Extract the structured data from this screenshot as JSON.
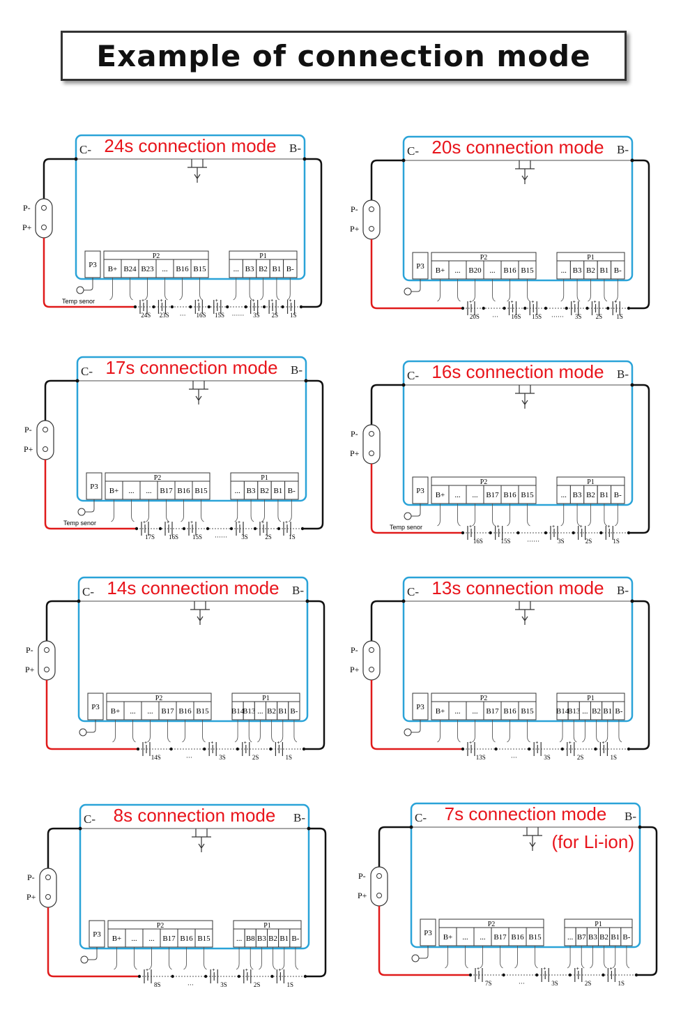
{
  "header": {
    "title": "Example of connection mode"
  },
  "labels": {
    "c_minus": "C-",
    "b_minus": "B-",
    "p_minus": "P-",
    "p_plus": "P+",
    "p1": "P1",
    "p2": "P2",
    "p3": "P3"
  },
  "colors": {
    "board": "#2aa3d8",
    "title": "#e8141b",
    "positive_wire": "#e01a1a",
    "negative_wire": "#111111"
  },
  "panels": [
    {
      "title": "24s connection mode",
      "p2": [
        "B+",
        "B24",
        "B23",
        "...",
        "B16",
        "B15"
      ],
      "p1": [
        "...",
        "B3",
        "B2",
        "B1",
        "B-"
      ],
      "cells": [
        "24S",
        "23S",
        "···",
        "16S",
        "15S",
        "······",
        "3S",
        "2S",
        "1S"
      ],
      "temp_label": "Temp senor"
    },
    {
      "title": "20s connection mode",
      "p2": [
        "B+",
        "...",
        "B20",
        "...",
        "B16",
        "B15"
      ],
      "p1": [
        "...",
        "B3",
        "B2",
        "B1",
        "B-"
      ],
      "cells": [
        "20S",
        "···",
        "16S",
        "15S",
        "······",
        "3S",
        "2S",
        "1S"
      ]
    },
    {
      "title": "17s connection mode",
      "p2": [
        "B+",
        "...",
        "...",
        "B17",
        "B16",
        "B15"
      ],
      "p1": [
        "...",
        "B3",
        "B2",
        "B1",
        "B-"
      ],
      "cells": [
        "17S",
        "16S",
        "15S",
        "······",
        "3S",
        "2S",
        "1S"
      ],
      "temp_label": "Temp senor"
    },
    {
      "title": "16s connection mode",
      "p2": [
        "B+",
        "...",
        "...",
        "B17",
        "B16",
        "B15"
      ],
      "p1": [
        "...",
        "B3",
        "B2",
        "B1",
        "B-"
      ],
      "cells": [
        "16S",
        "15S",
        "······",
        "3S",
        "2S",
        "1S"
      ],
      "temp_label": "Temp senor"
    },
    {
      "title": "14s connection mode",
      "p2": [
        "B+",
        "...",
        "...",
        "B17",
        "B16",
        "B15"
      ],
      "p1": [
        "B14",
        "B13",
        "...",
        "B2",
        "B1",
        "B-"
      ],
      "cells": [
        "14S",
        "···",
        "3S",
        "2S",
        "1S"
      ]
    },
    {
      "title": "13s connection mode",
      "p2": [
        "B+",
        "...",
        "...",
        "B17",
        "B16",
        "B15"
      ],
      "p1": [
        "B14",
        "B13",
        "...",
        "B2",
        "B1",
        "B-"
      ],
      "cells": [
        "13S",
        "···",
        "3S",
        "2S",
        "1S"
      ]
    },
    {
      "title": "8s connection mode",
      "p2": [
        "B+",
        "...",
        "...",
        "B17",
        "B16",
        "B15"
      ],
      "p1": [
        "...",
        "B8",
        "B3",
        "B2",
        "B1",
        "B-"
      ],
      "cells": [
        "8S",
        "···",
        "3S",
        "2S",
        "1S"
      ]
    },
    {
      "title": "7s connection mode",
      "p2": [
        "B+",
        "...",
        "...",
        "B17",
        "B16",
        "B15"
      ],
      "p1": [
        "...",
        "B7",
        "B3",
        "B2",
        "B1",
        "B-"
      ],
      "cells": [
        "7S",
        "···",
        "3S",
        "2S",
        "1S"
      ],
      "note": "(for Li-ion)"
    }
  ]
}
